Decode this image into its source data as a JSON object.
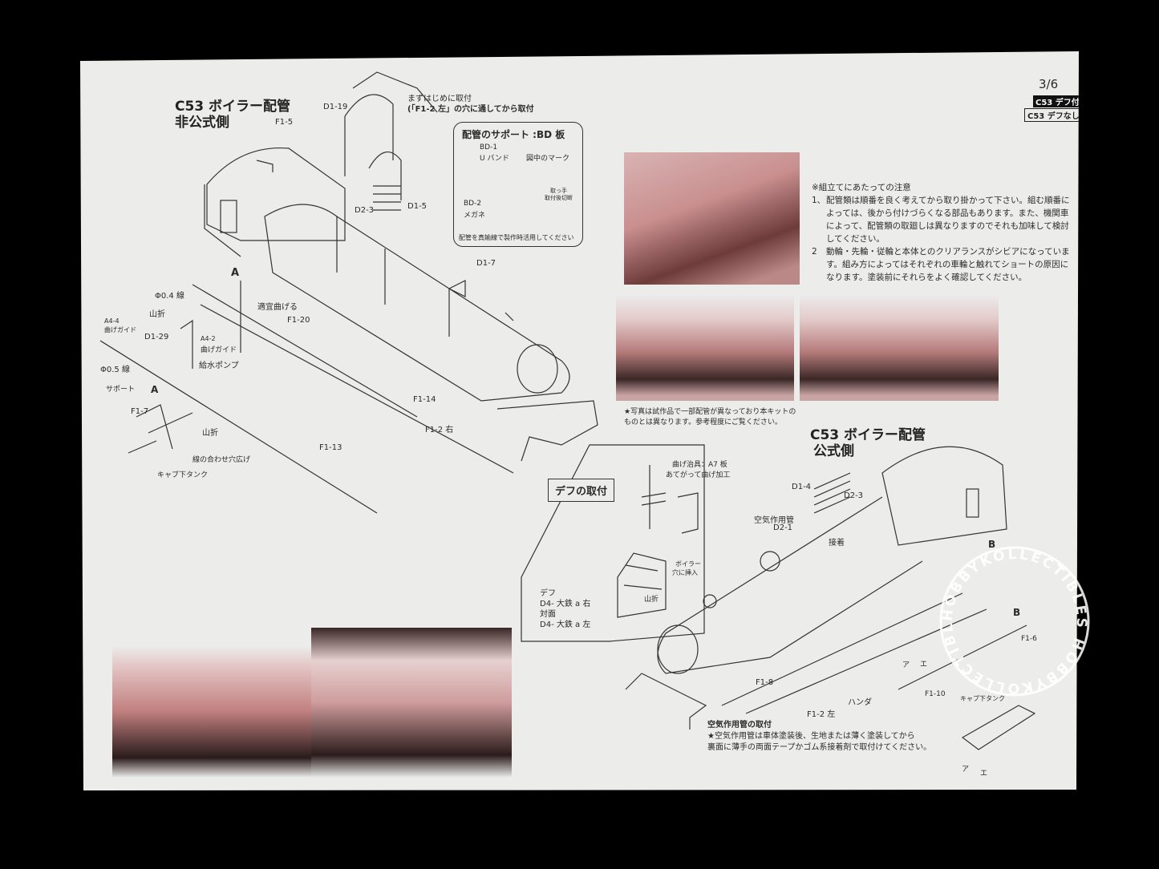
{
  "page": {
    "number": "3/6",
    "tag_with_deflector": "C53 デフ付",
    "tag_without_deflector": "C53 デフなし"
  },
  "left_diagram": {
    "title_line1": "C53 ボイラー配管",
    "title_line2": "非公式側",
    "first_note_line1": "まずはじめに取付",
    "first_note_line2": "(「F1-2 左」の穴に通してから取付",
    "labels": [
      "D1-19",
      "F1-5",
      "D2-3",
      "D1-5",
      "D1-7",
      "A",
      "Φ0.4 線",
      "山折",
      "A4-4",
      "曲げガイド",
      "D1-29",
      "A4-2",
      "曲げガイド",
      "給水ポンプ",
      "Φ0.5 線",
      "サポート",
      "A",
      "F1-7",
      "山折",
      "線の合わせ穴広げ",
      "キャブ下タンク",
      "適宜曲げる",
      "F1-20",
      "F1-14",
      "F1-2 右",
      "F1-13"
    ]
  },
  "support_box": {
    "title": "配管のサポート :BD 板",
    "bd1": "BD-1",
    "u_band": "U バンド",
    "mark": "図中のマーク",
    "handle_line1": "取っ手",
    "handle_line2": "取付後切断",
    "bd2": "BD-2",
    "megane": "メガネ",
    "footer": "配管を真鍮線で製作時活用してください"
  },
  "assembly_notes": {
    "heading": "※組立てにあたっての注意",
    "items": [
      {
        "num": "1、",
        "lines": [
          "配管類は順番を良く考えてから取り掛かって下さい。組む順番に",
          "よっては、後から付けづらくなる部品もあります。また、機関車",
          "によって、配管類の取廻しは異なりますのでそれも加味して検討",
          "してください。"
        ]
      },
      {
        "num": "2",
        "lines": [
          "動輪・先輪・従輪と本体とのクリアランスがシビアになっていま",
          "す。組み方によってはそれぞれの車輪と触れてショートの原因に",
          "なります。塗装前にそれらをよく確認してください。"
        ]
      }
    ]
  },
  "photo_caption": {
    "line1": "★写真は試作品で一部配管が異なっており本キットの",
    "line2": "ものとは異なります。参考程度にご覧ください。"
  },
  "deflector_box": {
    "title": "デフの取付",
    "jig_line1": "曲げ治具：A7 板",
    "jig_line2": "あてがって曲げ加工",
    "insert_line1": "ボイラー",
    "insert_line2": "穴に挿入",
    "fold": "山折",
    "def_label": "デフ",
    "right": "D4- 大鉄 a 右",
    "opposite": "対面",
    "left": "D4- 大鉄 a 左"
  },
  "right_diagram": {
    "title_line1": "C53 ボイラー配管",
    "title_line2": "公式側",
    "labels": [
      "D1-4",
      "D2-3",
      "空気作用管",
      "D2-1",
      "接着",
      "B",
      "B",
      "F1-6",
      "F1-8",
      "ハンダ",
      "F1-2 左",
      "F1-10",
      "キャブ下タンク",
      "ア",
      "エ",
      "ア",
      "エ"
    ]
  },
  "air_pipe_note": {
    "heading": "空気作用管の取付",
    "line1": "★空気作用管は車体塗装後、生地または薄く塗装してから",
    "line2": "裏面に薄手の両面テープかゴム系接着剤で取付けてください。"
  },
  "watermark": {
    "text": "HOBBYKOLLECTIBLES"
  },
  "colors": {
    "background": "#000000",
    "paper": "#ecedeb",
    "ink": "#2a2a2a",
    "photo_tint": "#c98f8f"
  }
}
